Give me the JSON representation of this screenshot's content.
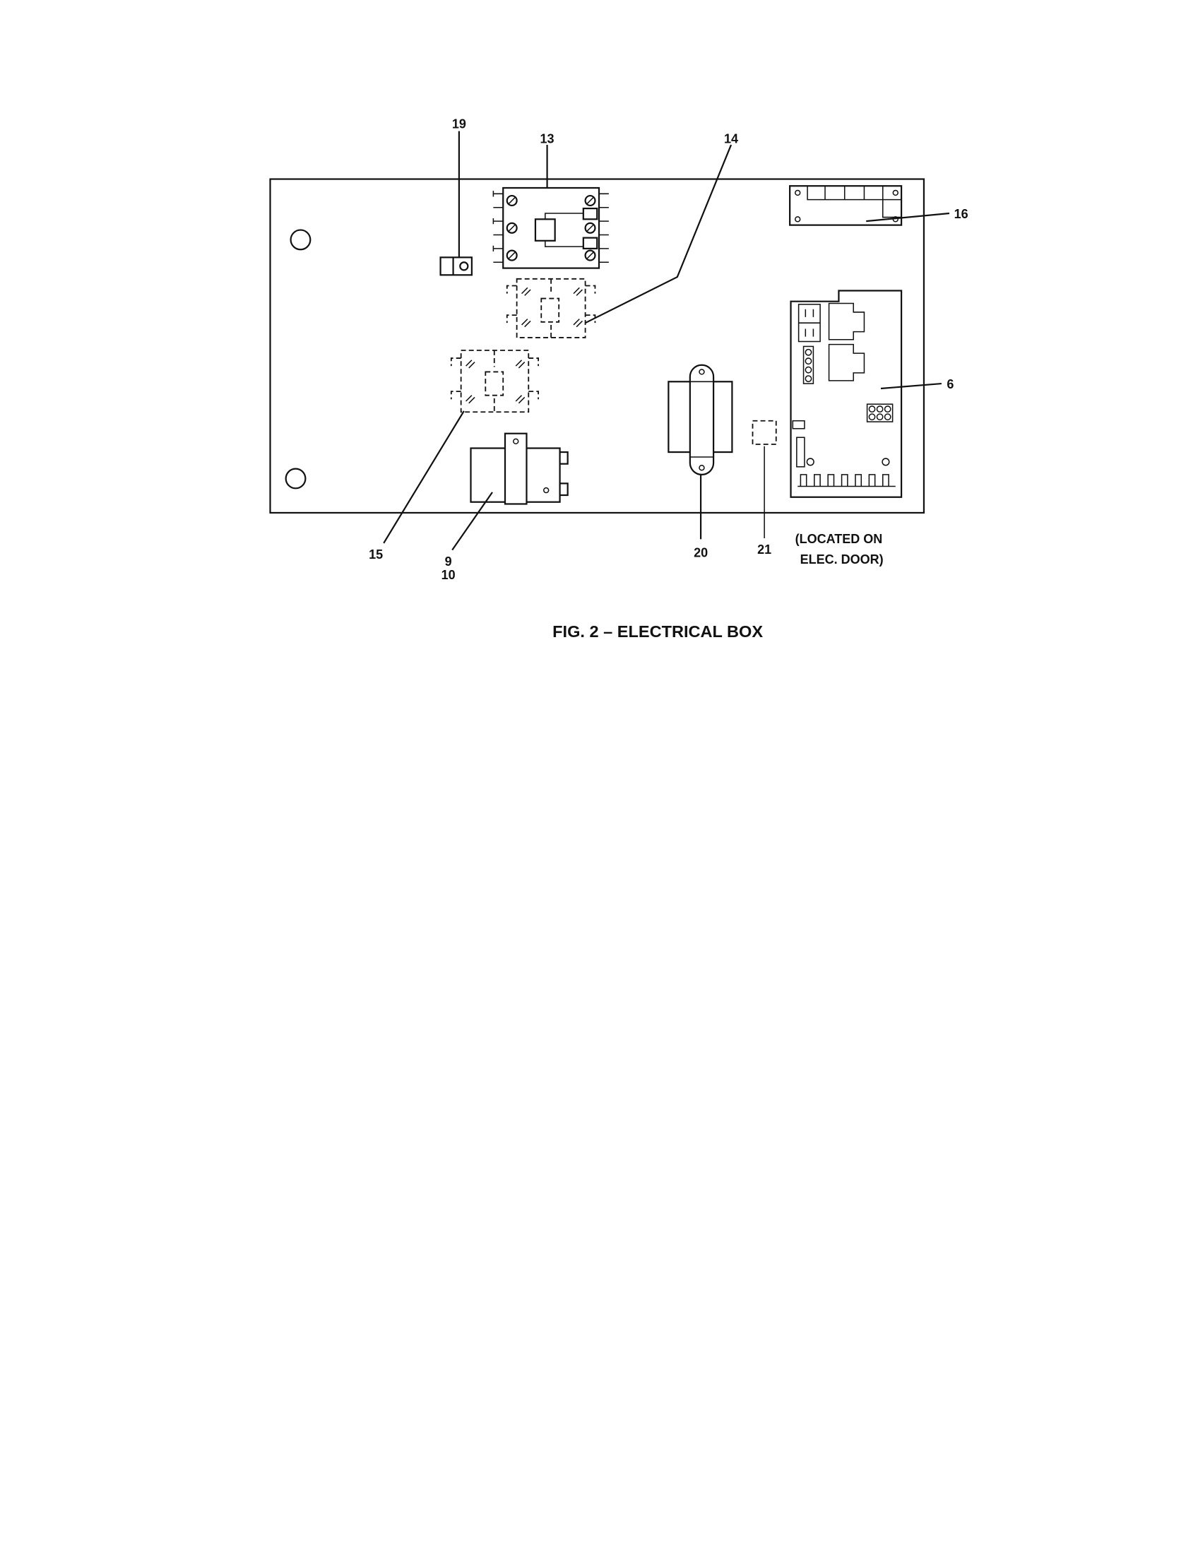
{
  "figure": {
    "caption": "FIG. 2 – ELECTRICAL BOX",
    "callouts": {
      "c19": "19",
      "c13": "13",
      "c14": "14",
      "c16": "16",
      "c6": "6",
      "c15": "15",
      "c9": "9",
      "c10": "10",
      "c20": "20",
      "c21": "21"
    },
    "note_line1": "(LOCATED ON",
    "note_line2": "ELEC. DOOR)"
  }
}
